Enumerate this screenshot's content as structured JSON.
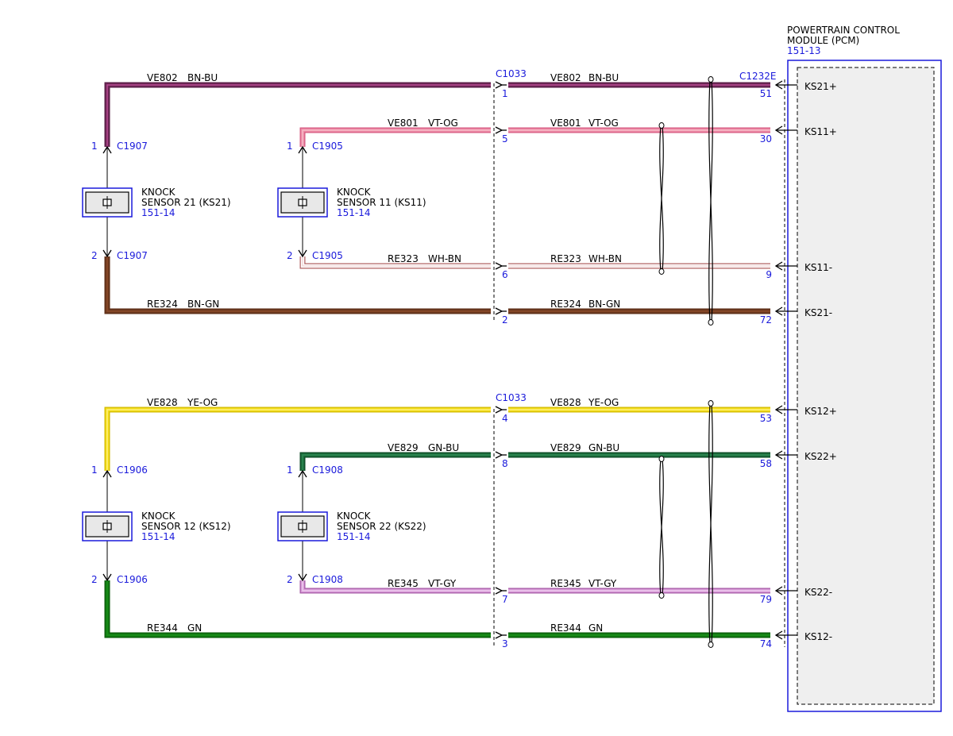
{
  "pcm": {
    "title_line1": "POWERTRAIN CONTROL",
    "title_line2": "MODULE (PCM)",
    "ref": "151-13",
    "connector": "C1232E"
  },
  "inline_connector": "C1033",
  "sensors": [
    {
      "name_line1": "KNOCK",
      "name_line2": "SENSOR 21 (KS21)",
      "ref": "151-14",
      "connector": "C1907"
    },
    {
      "name_line1": "KNOCK",
      "name_line2": "SENSOR 11 (KS11)",
      "ref": "151-14",
      "connector": "C1905"
    },
    {
      "name_line1": "KNOCK",
      "name_line2": "SENSOR 12 (KS12)",
      "ref": "151-14",
      "connector": "C1906"
    },
    {
      "name_line1": "KNOCK",
      "name_line2": "SENSOR 22 (KS22)",
      "ref": "151-14",
      "connector": "C1908"
    }
  ],
  "wires": [
    {
      "circuit": "VE802",
      "color_code": "BN-BU",
      "c1033_pin": "1",
      "pcm_pin": "51",
      "pcm_signal": "KS21+",
      "sensor_pin": "1",
      "colors": [
        "#5a1e47",
        "#6d2656",
        "#b84a92"
      ]
    },
    {
      "circuit": "VE801",
      "color_code": "VT-OG",
      "c1033_pin": "5",
      "pcm_pin": "30",
      "pcm_signal": "KS11+",
      "sensor_pin": "1",
      "colors": [
        "#d65a80",
        "#ec8aa6",
        "#f7bcc9"
      ]
    },
    {
      "circuit": "RE323",
      "color_code": "WH-BN",
      "c1033_pin": "6",
      "pcm_pin": "9",
      "pcm_signal": "KS11-",
      "sensor_pin": "2",
      "colors": [
        "#b06060",
        "#ffffff",
        "#f2d9d9"
      ]
    },
    {
      "circuit": "RE324",
      "color_code": "BN-GN",
      "c1033_pin": "2",
      "pcm_pin": "72",
      "pcm_signal": "KS21-",
      "sensor_pin": "2",
      "colors": [
        "#5b2c16",
        "#6e3a1f",
        "#8b4a2a"
      ]
    },
    {
      "circuit": "VE828",
      "color_code": "YE-OG",
      "c1033_pin": "4",
      "pcm_pin": "53",
      "pcm_signal": "KS12+",
      "sensor_pin": "1",
      "colors": [
        "#d2b800",
        "#f3dd1b",
        "#fff27a"
      ]
    },
    {
      "circuit": "VE829",
      "color_code": "GN-BU",
      "c1033_pin": "8",
      "pcm_pin": "58",
      "pcm_signal": "KS22+",
      "sensor_pin": "1",
      "colors": [
        "#0d4a26",
        "#1b6b3a",
        "#2f8a55"
      ]
    },
    {
      "circuit": "RE345",
      "color_code": "VT-GY",
      "c1033_pin": "7",
      "pcm_pin": "79",
      "pcm_signal": "KS22-",
      "sensor_pin": "2",
      "colors": [
        "#a65aa6",
        "#d79ad7",
        "#efcdef"
      ]
    },
    {
      "circuit": "RE344",
      "color_code": "GN",
      "c1033_pin": "3",
      "pcm_pin": "74",
      "pcm_signal": "KS12-",
      "sensor_pin": "2",
      "colors": [
        "#0a5b0a",
        "#117a11",
        "#1a8f1a"
      ]
    }
  ],
  "colors": {
    "link": "#1a1adb",
    "line": "#000000",
    "module_fill": "#efefef"
  }
}
